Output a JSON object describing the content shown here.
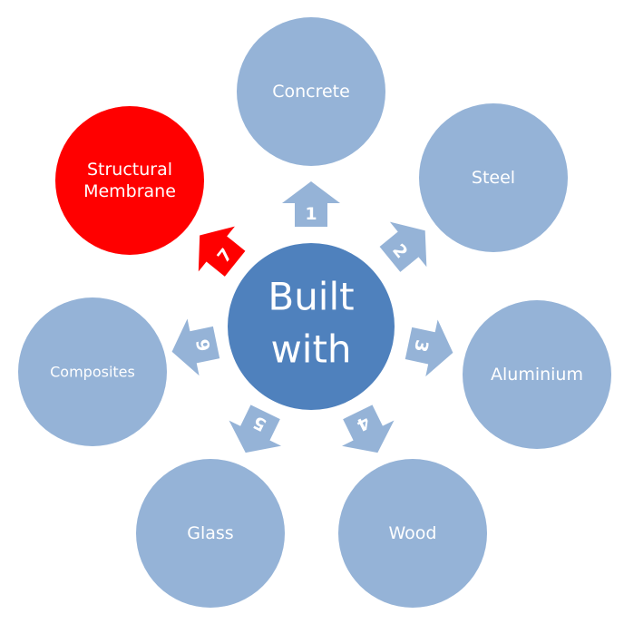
{
  "diagram": {
    "center": {
      "line1": "Built",
      "line2": "with"
    },
    "colors": {
      "center": "#4f81bd",
      "node": "#95b3d7",
      "arrow": "#95b3d7",
      "highlight": "#ff0000",
      "text": "#ffffff"
    },
    "nodes": [
      {
        "lines": [
          "Concrete"
        ],
        "highlight": false
      },
      {
        "lines": [
          "Steel"
        ],
        "highlight": false
      },
      {
        "lines": [
          "Aluminium"
        ],
        "highlight": false
      },
      {
        "lines": [
          "Wood"
        ],
        "highlight": false
      },
      {
        "lines": [
          "Glass"
        ],
        "highlight": false
      },
      {
        "lines": [
          "Composites"
        ],
        "highlight": false
      },
      {
        "lines": [
          "Structural",
          "Membrane"
        ],
        "highlight": true
      }
    ],
    "arrows": [
      {
        "number": "1",
        "highlight": false
      },
      {
        "number": "2",
        "highlight": false
      },
      {
        "number": "3",
        "highlight": false
      },
      {
        "number": "4",
        "highlight": false
      },
      {
        "number": "5",
        "highlight": false
      },
      {
        "number": "6",
        "highlight": false
      },
      {
        "number": "7",
        "highlight": true
      }
    ]
  }
}
